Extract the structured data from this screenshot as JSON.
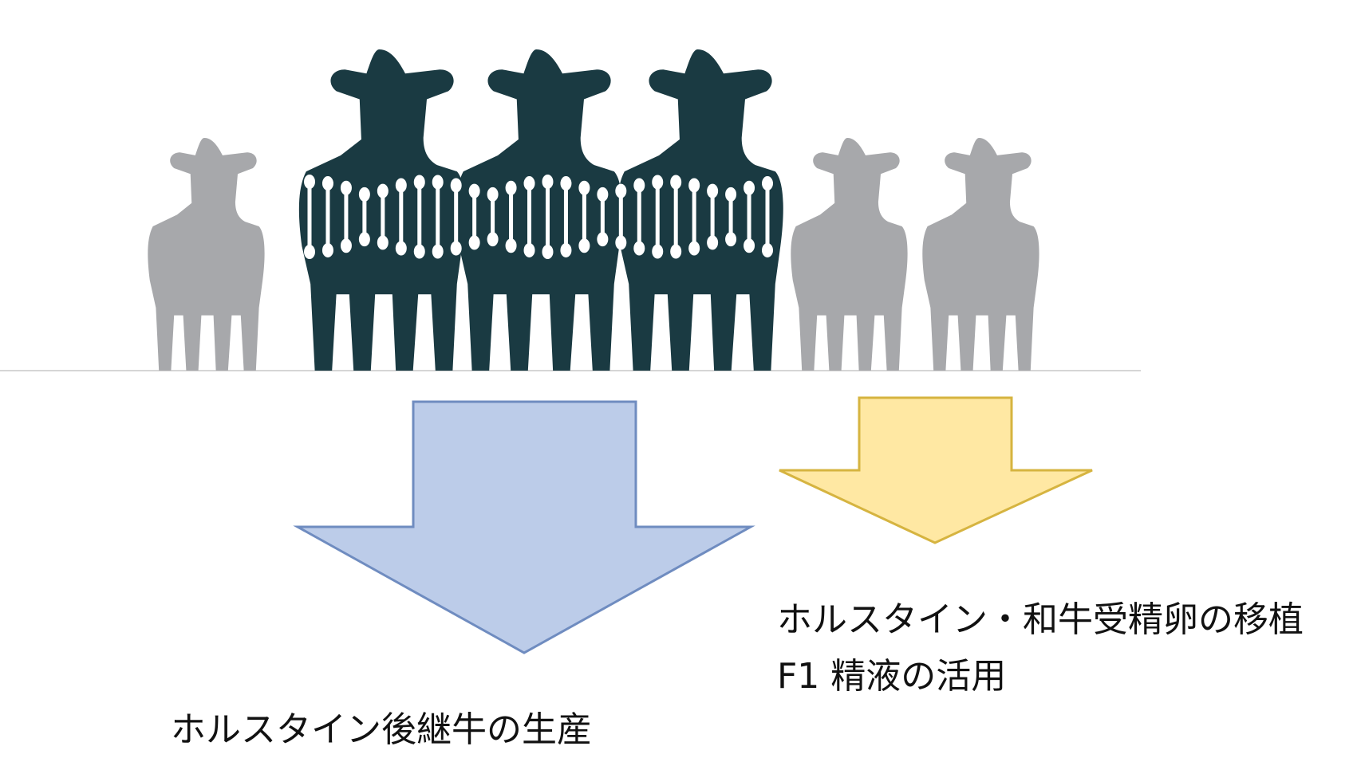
{
  "colors": {
    "highlight_cow": "#1a3a42",
    "other_cow": "#a7a8ab",
    "dna": "#ffffff",
    "ground": "#c8c8c8",
    "blue_arrow_fill": "#bccce9",
    "blue_arrow_stroke": "#6f8cc0",
    "yellow_arrow_fill": "#ffe8a3",
    "yellow_arrow_stroke": "#d6b440"
  },
  "labels": {
    "right_line1": "ホルスタイン・和牛受精卵の移植",
    "right_line2": "F1 精液の活用",
    "bottom": "ホルスタイン後継牛の生産"
  },
  "dna_rungs": 26
}
